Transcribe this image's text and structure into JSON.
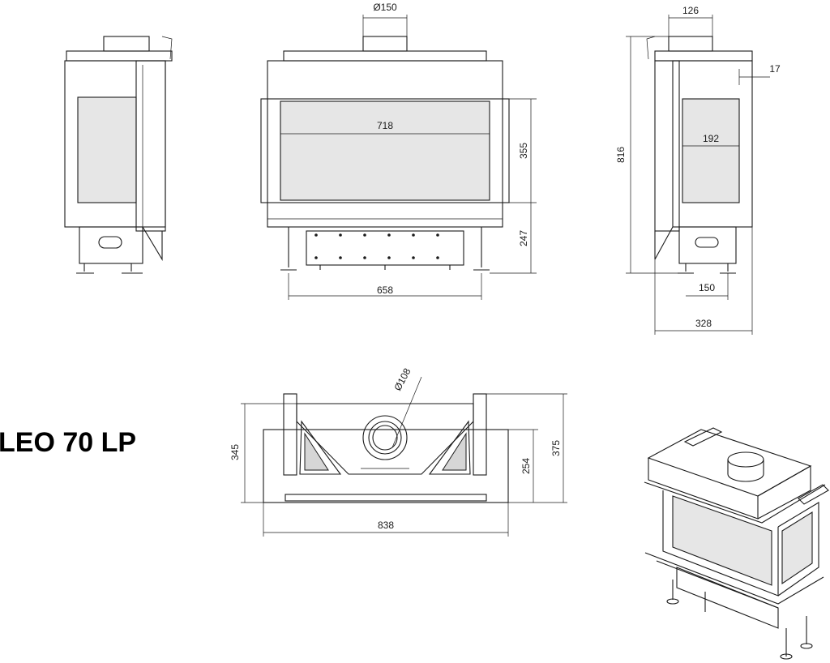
{
  "title": "LEO 70 LP",
  "colors": {
    "line": "#1a1a1a",
    "glass": "#e6e6e6",
    "background": "#ffffff"
  },
  "views": {
    "front": {
      "flue": "Ø150",
      "glass_width": "718",
      "glass_height": "355",
      "base_height": "247",
      "legs_span": "658"
    },
    "side": {
      "flue_offset": "126",
      "frame_depth": "17",
      "glass_depth": "192",
      "total_height": "816",
      "leg_offset": "150",
      "total_depth": "328"
    },
    "top": {
      "inlet": "Ø108",
      "left_height": "345",
      "right_inner": "254",
      "right_outer": "375",
      "width": "838"
    }
  }
}
